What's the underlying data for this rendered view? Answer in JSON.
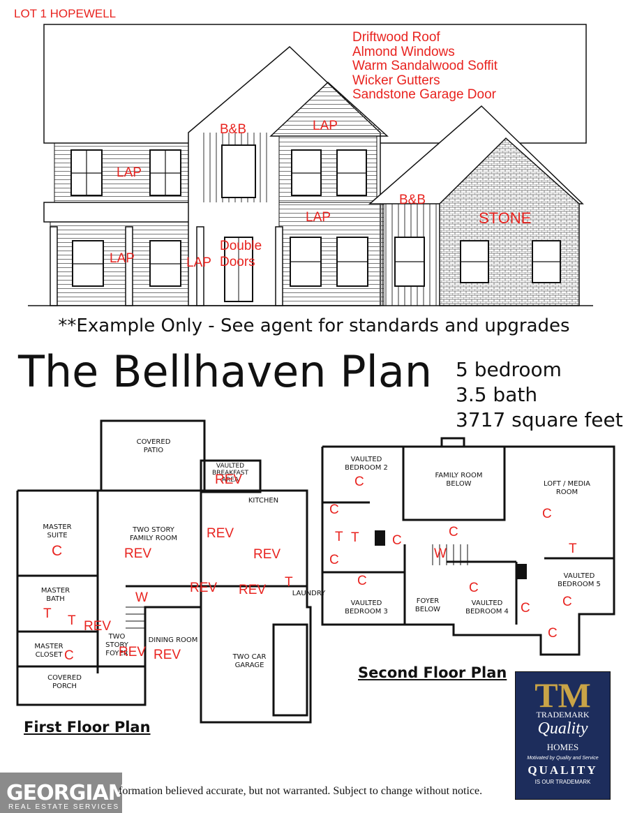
{
  "lot_title": "LOT 1 HOPEWELL",
  "finishes": [
    "Driftwood Roof",
    "Almond Windows",
    "Warm Sandalwood Soffit",
    "Wicker Gutters",
    "Sandstone Garage Door"
  ],
  "elevation_labels": {
    "bb1": "B&B",
    "lap_gable": "LAP",
    "lap_left_upper": "LAP",
    "lap_mid": "LAP",
    "bb2": "B&B",
    "stone": "STONE",
    "lap_left_lower": "LAP",
    "lap_porch": "LAP",
    "double_doors_1": "Double",
    "double_doors_2": "Doors"
  },
  "disclaimer": "**Example Only - See agent for standards and upgrades",
  "plan_name": "The Bellhaven Plan",
  "specs": {
    "bedrooms": "5 bedroom",
    "baths": "3.5 bath",
    "sqft": "3717 square feet"
  },
  "first_floor": {
    "label": "First Floor Plan",
    "rooms": {
      "covered_patio_1": "COVERED",
      "covered_patio_2": "PATIO",
      "vaulted_1": "VAULTED",
      "vaulted_2": "BREAKFAST",
      "vaulted_3": "AREA",
      "kitchen": "KITCHEN",
      "master_suite_1": "MASTER",
      "master_suite_2": "SUITE",
      "family_1": "TWO STORY",
      "family_2": "FAMILY ROOM",
      "master_bath_1": "MASTER",
      "master_bath_2": "BATH",
      "laundry": "LAUNDRY",
      "master_closet_1": "MASTER",
      "master_closet_2": "CLOSET",
      "foyer_1": "TWO",
      "foyer_2": "STORY",
      "foyer_3": "FOYER",
      "dining": "DINING ROOM",
      "garage_1": "TWO CAR",
      "garage_2": "GARAGE",
      "porch_1": "COVERED",
      "porch_2": "PORCH"
    },
    "marks": {
      "patio_rev": "REV",
      "family_rev": "REV",
      "kitchen_rev1": "REV",
      "kitchen_rev2": "REV",
      "master_c": "C",
      "master_bath_t": "T",
      "wc_t": "T",
      "coats_rev": "REV",
      "stair_w": "W",
      "pantry_rev1": "REV",
      "pantry_rev2": "REV",
      "laundry_t": "T",
      "closet_c": "C",
      "foyer_rev": "REV",
      "dining_rev": "REV"
    }
  },
  "second_floor": {
    "label": "Second Floor Plan",
    "rooms": {
      "bed2_1": "VAULTED",
      "bed2_2": "BEDROOM 2",
      "family_below_1": "FAMILY ROOM",
      "family_below_2": "BELOW",
      "loft_1": "LOFT / MEDIA",
      "loft_2": "ROOM",
      "bed5_1": "VAULTED",
      "bed5_2": "BEDROOM 5",
      "bed3_1": "VAULTED",
      "bed3_2": "BEDROOM 3",
      "foyer_below_1": "FOYER",
      "foyer_below_2": "BELOW",
      "bed4_1": "VAULTED",
      "bed4_2": "BEDROOM 4"
    },
    "marks": {
      "bed2_c": "C",
      "hall_c1": "C",
      "bath_t1": "T",
      "bath_t2": "T",
      "hall_c2": "C",
      "hall_c3": "C",
      "hall_c4": "C",
      "hall_c5": "C",
      "stair_w": "W",
      "loft_c": "C",
      "loft_t": "T",
      "bed4_c": "C",
      "bed4_c2": "C",
      "bed5_c": "C",
      "bed5_c2": "C"
    }
  },
  "footer_note": "formation believed accurate, but not warranted. Subject to change without notice.",
  "mls": {
    "name": "GEORGIAMLS",
    "sub": "REAL ESTATE SERVICES"
  },
  "trademark": {
    "big": "TM",
    "line1": "TRADEMARK",
    "quality": "Quality",
    "homes": "HOMES",
    "motto": "Motivated by Quality and Service",
    "quality_caps": "QUALITY",
    "ours": "IS OUR TRADEMARK"
  }
}
